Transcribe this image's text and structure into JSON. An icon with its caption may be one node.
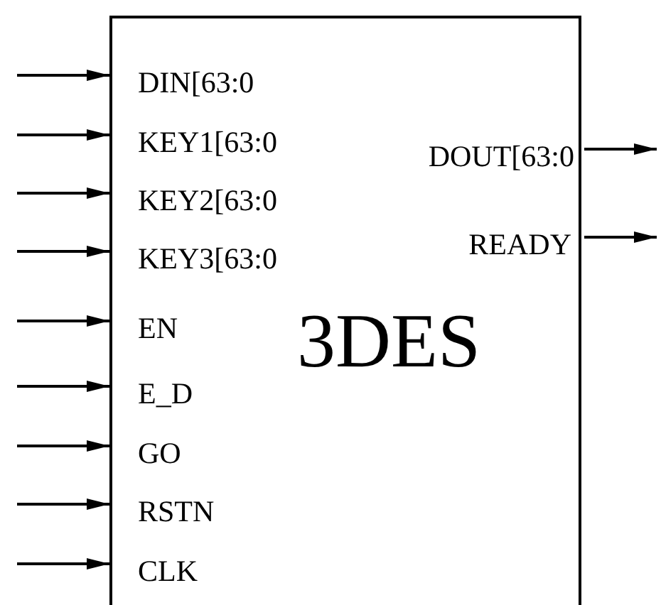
{
  "diagram": {
    "nodes": [
      {
        "text": [
          "3DES"
        ]
      },
      {
        "text": [
          "DIN[63:0"
        ],
        "in": 0
      },
      {
        "text": [
          "KEY1[63:0"
        ],
        "in": 0
      },
      {
        "text": [
          "DOUT[63:0"
        ],
        "in": 0
      },
      {
        "text": [
          "KEY2[63:0"
        ],
        "in": 0
      },
      {
        "text": [
          "READY"
        ],
        "in": 0
      },
      {
        "text": [
          "KEY3[63:0"
        ],
        "in": 0
      },
      {
        "text": [
          "EN"
        ],
        "in": 0
      },
      {
        "text": [
          "E_D"
        ],
        "in": 0
      },
      {
        "text": [
          "GO"
        ],
        "in": 0
      },
      {
        "text": [
          "RSTN"
        ],
        "in": 0
      },
      {
        "text": [
          "CLK"
        ],
        "in": 0
      }
    ],
    "edges": [
      {
        "from": null,
        "to": 1,
        "arrow": "to"
      },
      {
        "from": null,
        "to": 2,
        "arrow": "to"
      },
      {
        "from": null,
        "to": 4,
        "arrow": "to"
      },
      {
        "from": null,
        "to": 6,
        "arrow": "to"
      },
      {
        "from": null,
        "to": 7,
        "arrow": "to"
      },
      {
        "from": null,
        "to": 8,
        "arrow": "to"
      },
      {
        "from": null,
        "to": 9,
        "arrow": "to"
      },
      {
        "from": null,
        "to": 10,
        "arrow": "to"
      },
      {
        "from": null,
        "to": 11,
        "arrow": "to"
      },
      {
        "from": 3,
        "to": null,
        "arrow": "to"
      },
      {
        "from": 5,
        "to": null,
        "arrow": "to"
      }
    ]
  }
}
